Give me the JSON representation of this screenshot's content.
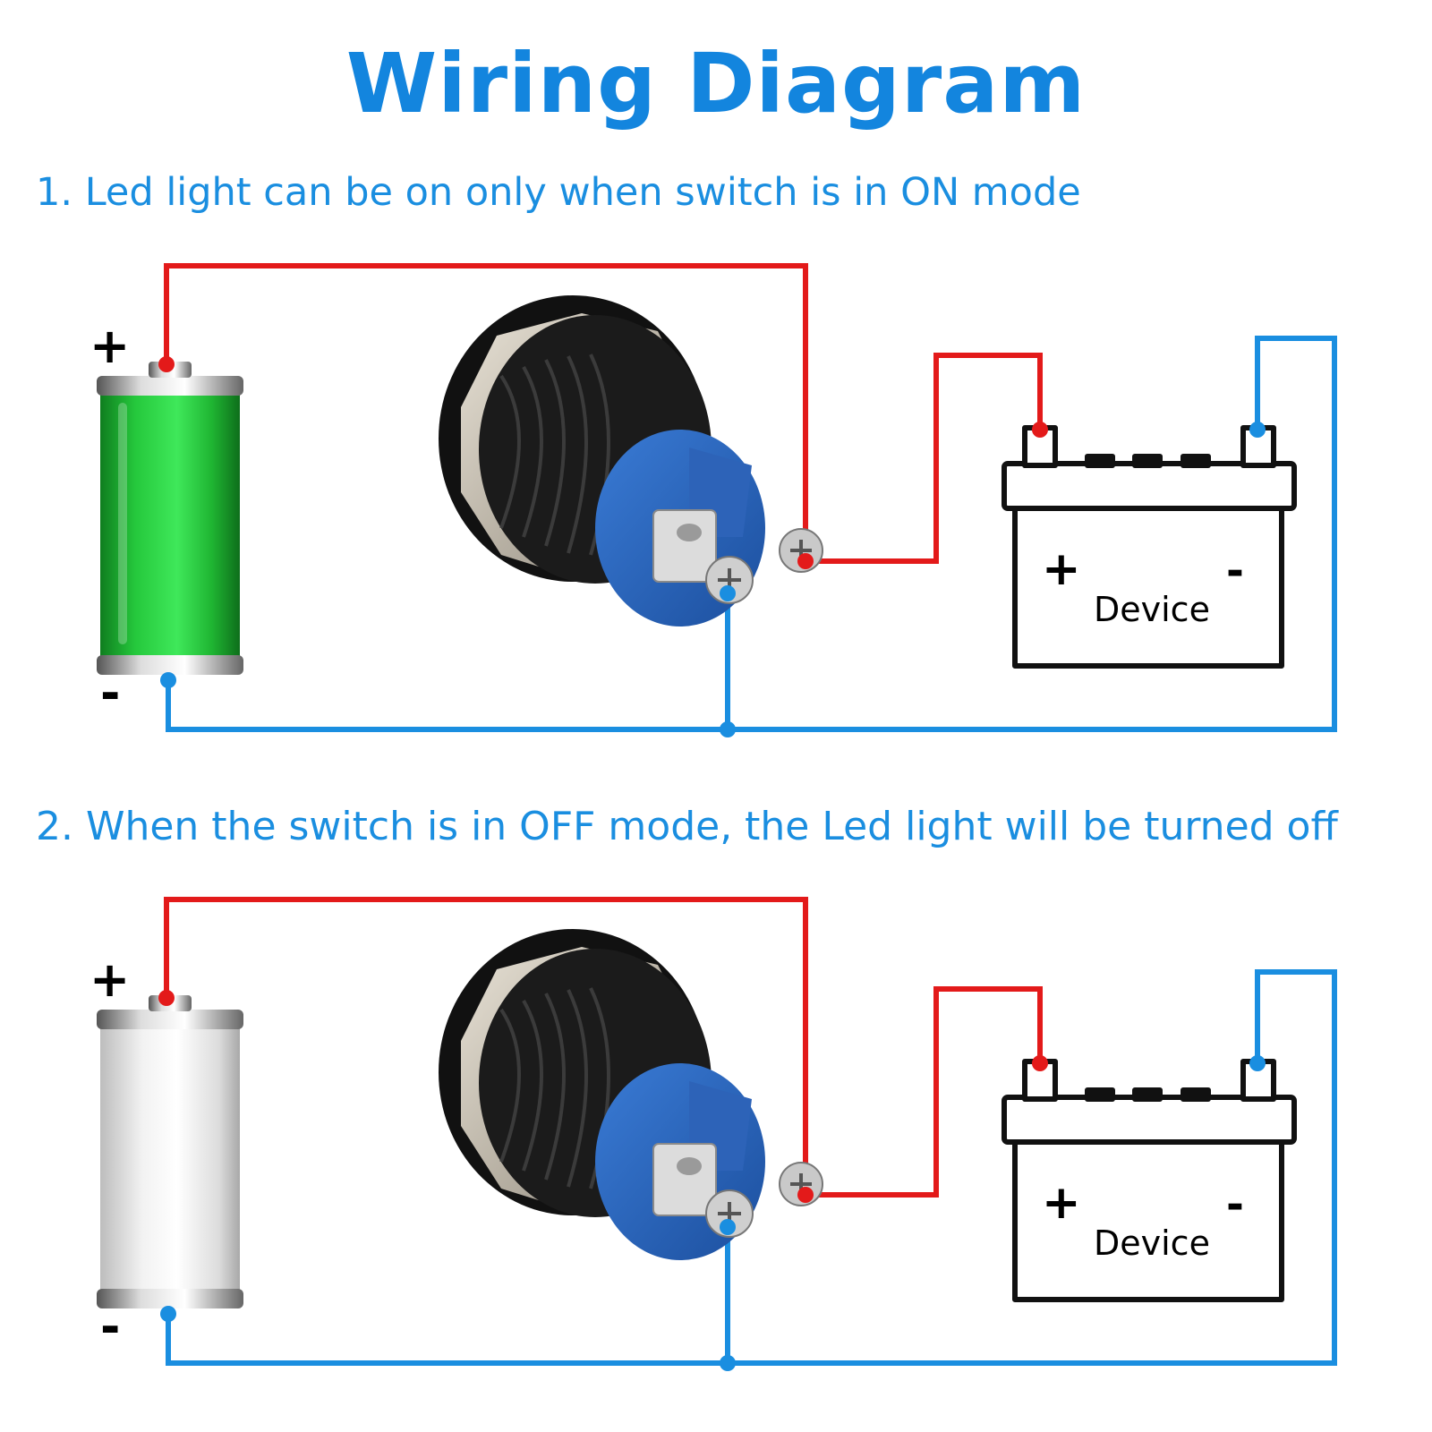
{
  "title": "Wiring Diagram",
  "colors": {
    "title": "#1385de",
    "caption": "#1a8ee0",
    "positive_wire": "#e31a1a",
    "negative_wire": "#1a8ee0",
    "battery_on": "#22c43a",
    "battery_off": "#eeeeee"
  },
  "steps": [
    {
      "caption": "1. Led light can be on only when switch is in ON mode",
      "battery_state": "on",
      "battery": {
        "plus": "+",
        "minus": "-"
      },
      "switch": {
        "icon": "push-button-switch-icon"
      },
      "device": {
        "label": "Device",
        "plus": "+",
        "minus": "-",
        "icon": "car-battery-device-icon"
      }
    },
    {
      "caption": "2. When the switch is in OFF mode, the Led light will be turned off",
      "battery_state": "off",
      "battery": {
        "plus": "+",
        "minus": "-"
      },
      "switch": {
        "icon": "push-button-switch-icon"
      },
      "device": {
        "label": "Device",
        "plus": "+",
        "minus": "-",
        "icon": "car-battery-device-icon"
      }
    }
  ]
}
